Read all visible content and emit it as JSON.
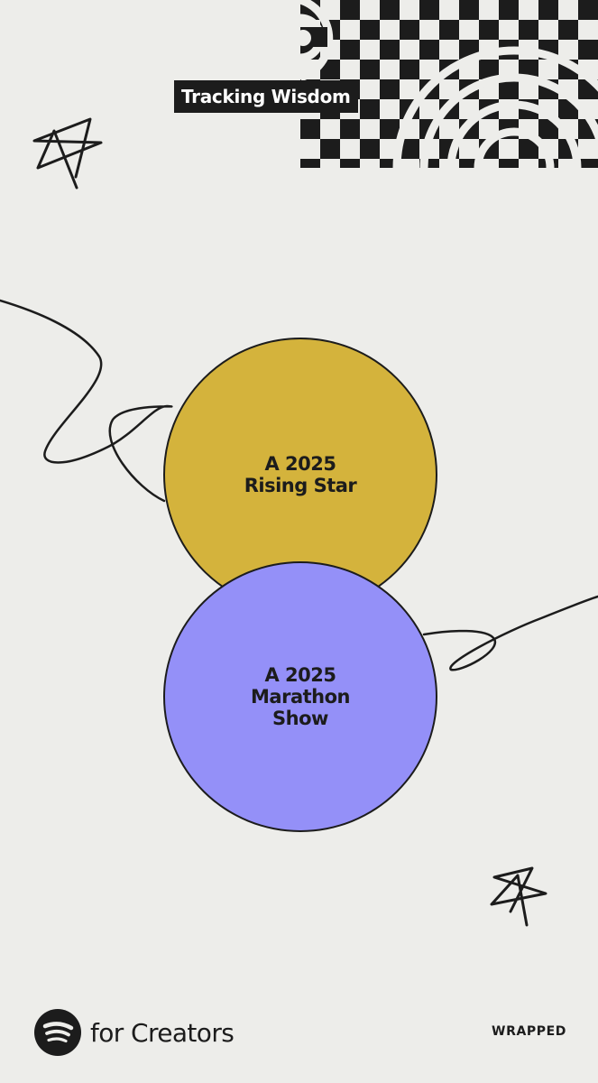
{
  "header": {
    "show_title": "Tracking Wisdom"
  },
  "badges": [
    {
      "label": "A 2025\nRising Star",
      "color": "#d4b33c"
    },
    {
      "label": "A 2025\nMarathon\nShow",
      "color": "#9490f8"
    }
  ],
  "footer": {
    "brand_text": "for Creators",
    "wrapped_label": "WRAPPED"
  },
  "icons": {
    "brand_logo": "spotify-logo-icon",
    "header_graphic": "checkered-arches-graphic",
    "doodles": [
      "star-doodle-icon",
      "star-doodle-icon"
    ]
  },
  "colors": {
    "background": "#ededea",
    "ink": "#1c1c1c",
    "gold": "#d4b33c",
    "violet": "#9490f8"
  }
}
